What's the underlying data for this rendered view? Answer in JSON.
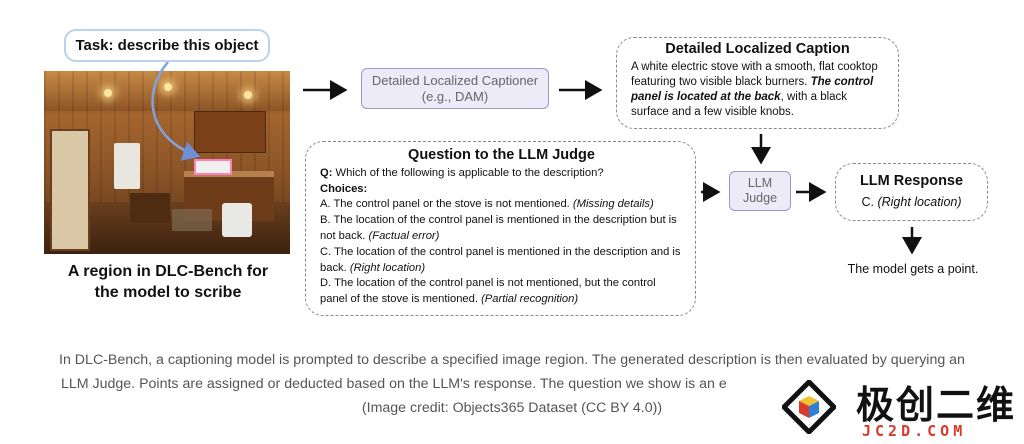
{
  "task": {
    "label": "Task: describe this object"
  },
  "image_caption": {
    "line1": "A region in DLC-Bench for",
    "line2": "the model to scribe"
  },
  "captioner": {
    "line1": "Detailed Localized Captioner",
    "line2": "(e.g., DAM)"
  },
  "dlc": {
    "title": "Detailed Localized Caption",
    "text1": "A white electric stove with a smooth, flat cooktop featuring two visible black burners.",
    "text2": "The control panel is located at the back",
    "text3": ", with a black surface and a few visible knobs."
  },
  "question": {
    "title": "Question to the LLM Judge",
    "q_label": "Q:",
    "q_text": " Which of the following is applicable to the description?",
    "choices_label": "Choices:",
    "a_text": "A. The control panel or the stove is not mentioned. ",
    "a_tag": "(Missing details)",
    "b_text": "B. The location of the control panel is mentioned in the description but is not back. ",
    "b_tag": "(Factual error)",
    "c_text": "C. The location of the control panel is mentioned in the description and is back. ",
    "c_tag": "(Right location)",
    "d_text": "D. The location of the control panel is not mentioned, but the control panel of the stove is mentioned. ",
    "d_tag": "(Partial recognition)"
  },
  "judge": {
    "line1": "LLM",
    "line2": "Judge"
  },
  "response": {
    "title": "LLM Response",
    "choice": "C. ",
    "tag": "(Right location)"
  },
  "result": {
    "text": "The model gets a point."
  },
  "footer": {
    "line1": "In DLC-Bench, a captioning model is prompted to describe a specified image region. The generated description is then evaluated by querying an",
    "line2": "LLM Judge. Points are assigned or deducted based on the LLM's response. The question we show is an e",
    "line3": "(Image credit: Objects365 Dataset (CC BY 4.0))"
  },
  "watermark": {
    "cn": "极创二维",
    "en": "JC2D.COM",
    "logo_icon": "diamond-cube-logo"
  },
  "colors": {
    "accent_box": "#ecebf7",
    "accent_border": "#9b98c7",
    "task_border": "#b9d2f2",
    "highlight": "#ff7fbf",
    "watermark_red": "#d93a2b"
  }
}
